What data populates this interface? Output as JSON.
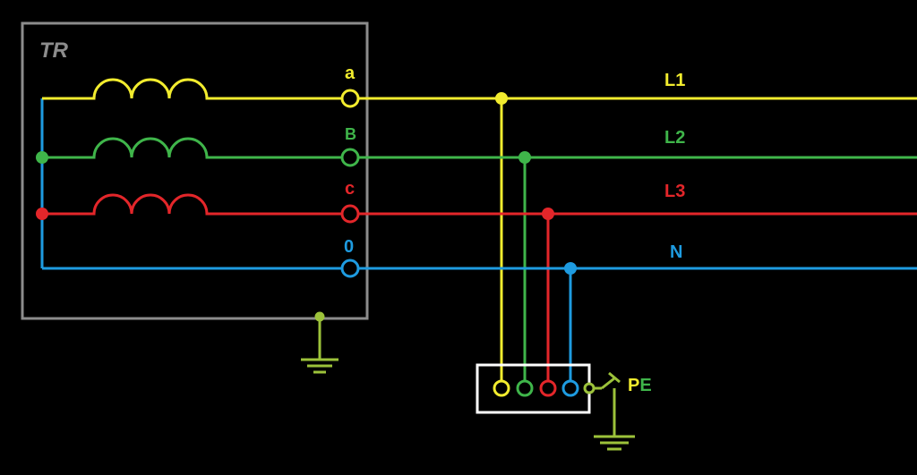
{
  "transformer": {
    "label": "TR"
  },
  "terminals": {
    "a": "a",
    "b": "B",
    "c": "c",
    "zero": "0"
  },
  "lines": {
    "l1": "L1",
    "l2": "L2",
    "l3": "L3",
    "n": "N"
  },
  "pe": {
    "p": "P",
    "e": "E"
  },
  "colors": {
    "phase_a": "#f2ec2e",
    "phase_b": "#3fb54a",
    "phase_c": "#e3262a",
    "neutral": "#1e9be0",
    "ground": "#9cc23a",
    "frame": "#8c8c8c",
    "box": "#ffffff"
  }
}
